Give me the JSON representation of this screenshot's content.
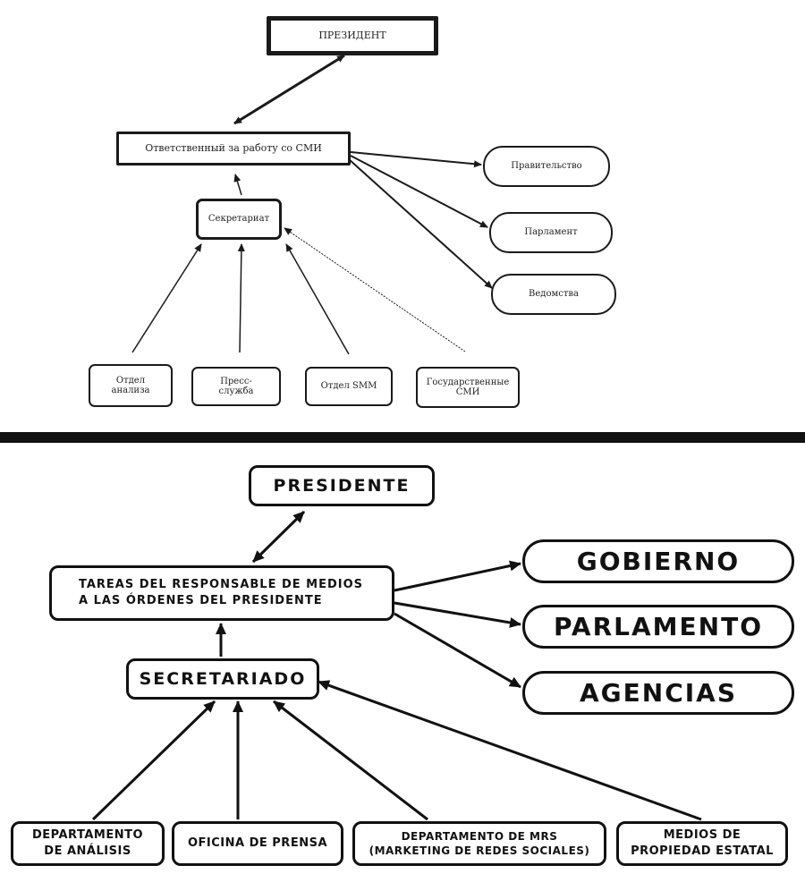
{
  "original": {
    "president": "ПРЕЗИДЕНТ",
    "media_officer": "Ответственный за работу со СМИ",
    "secretariat": "Секретариат",
    "government": "Правительство",
    "parliament": "Парламент",
    "agencies": "Ведомства",
    "analysis": "Отдел анализа",
    "press": "Пресс-служба",
    "smm": "Отдел SMM",
    "state_media": "Государственные СМИ"
  },
  "translation": {
    "president": "PRESIDENTE",
    "media_officer": "TAREAS DEL RESPONSABLE DE MEDIOS\nA LAS ÓRDENES DEL PRESIDENTE",
    "secretariat": "SECRETARIADO",
    "government": "GOBIERNO",
    "parliament": "PARLAMENTO",
    "agencies": "AGENCIAS",
    "analysis": "DEPARTAMENTO\nDE ANÁLISIS",
    "press": "OFICINA DE PRENSA",
    "smm": "DEPARTAMENTO DE MRS\n(MARKETING DE REDES SOCIALES)",
    "state_media": "MEDIOS DE\nPROPIEDAD ESTATAL"
  },
  "colors": {
    "ink": "#111111",
    "scan_ink": "#1a1a1a",
    "background": "#ffffff"
  }
}
